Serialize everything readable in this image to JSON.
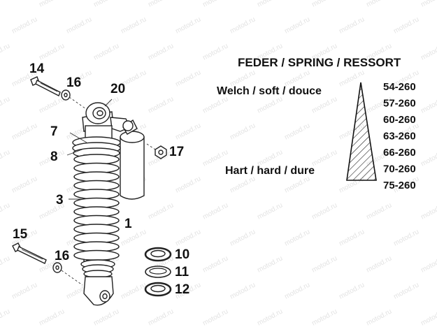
{
  "watermark": "motod.ru",
  "callouts": {
    "c14": "14",
    "c16a": "16",
    "c20": "20",
    "c7": "7",
    "c8": "8",
    "c17": "17",
    "c3": "3",
    "c1": "1",
    "c15": "15",
    "c16b": "16",
    "c10": "10",
    "c11": "11",
    "c12": "12"
  },
  "spring_legend": {
    "title": "FEDER / SPRING / RESSORT",
    "soft_label": "Welch / soft / douce",
    "hard_label": "Hart / hard / dure",
    "rates": [
      "54-260",
      "57-260",
      "60-260",
      "63-260",
      "66-260",
      "70-260",
      "75-260"
    ]
  }
}
